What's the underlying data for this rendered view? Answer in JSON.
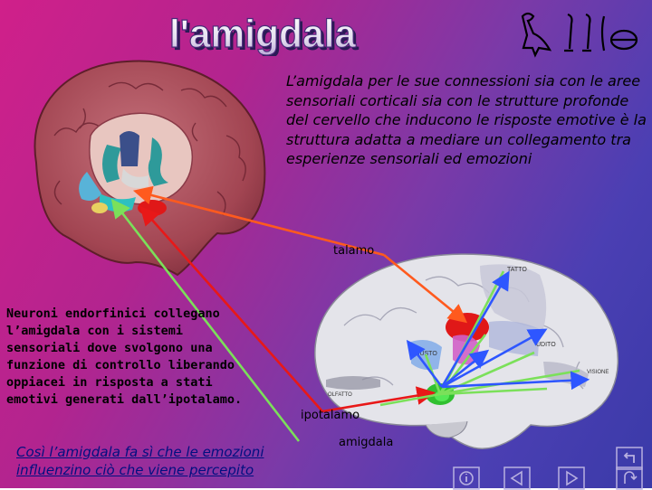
{
  "title": "l'amigdala",
  "paragraph": "L’amigdala per le sue connessioni sia con le aree sensoriali corticali sia con le strutture profonde del cervello che inducono le risposte emotive è la struttura adatta a mediare un collegamento tra esperienze sensoriali ed emozioni",
  "left_text": "Neuroni endorfinici collegano l’amigdala con i sistemi sensoriali dove svolgono una funzione di controllo liberando oppiacei in risposta a stati emotivi generati dall’ipotalamo.",
  "bottom_link": "Così l’amigdala fa sì che le emozioni influenzino ciò che viene percepito",
  "labels": {
    "talamo": "talamo",
    "ipotalamo": "ipotalamo",
    "amigdala": "amigdala"
  },
  "brain_labels": {
    "tatto": "TATTO",
    "udito": "UDITO",
    "gusto": "GUSTO",
    "olfatto": "OLFATTO",
    "visione": "VISIONE"
  },
  "colors": {
    "arrow_orange": "#ff5a1e",
    "arrow_red": "#e81818",
    "arrow_green": "#7be05a",
    "arrow_blue": "#2e56ff",
    "link": "#000f80"
  },
  "nav": [
    "back-return-icon",
    "info-icon",
    "previous-icon",
    "next-icon",
    "home-return-icon"
  ]
}
